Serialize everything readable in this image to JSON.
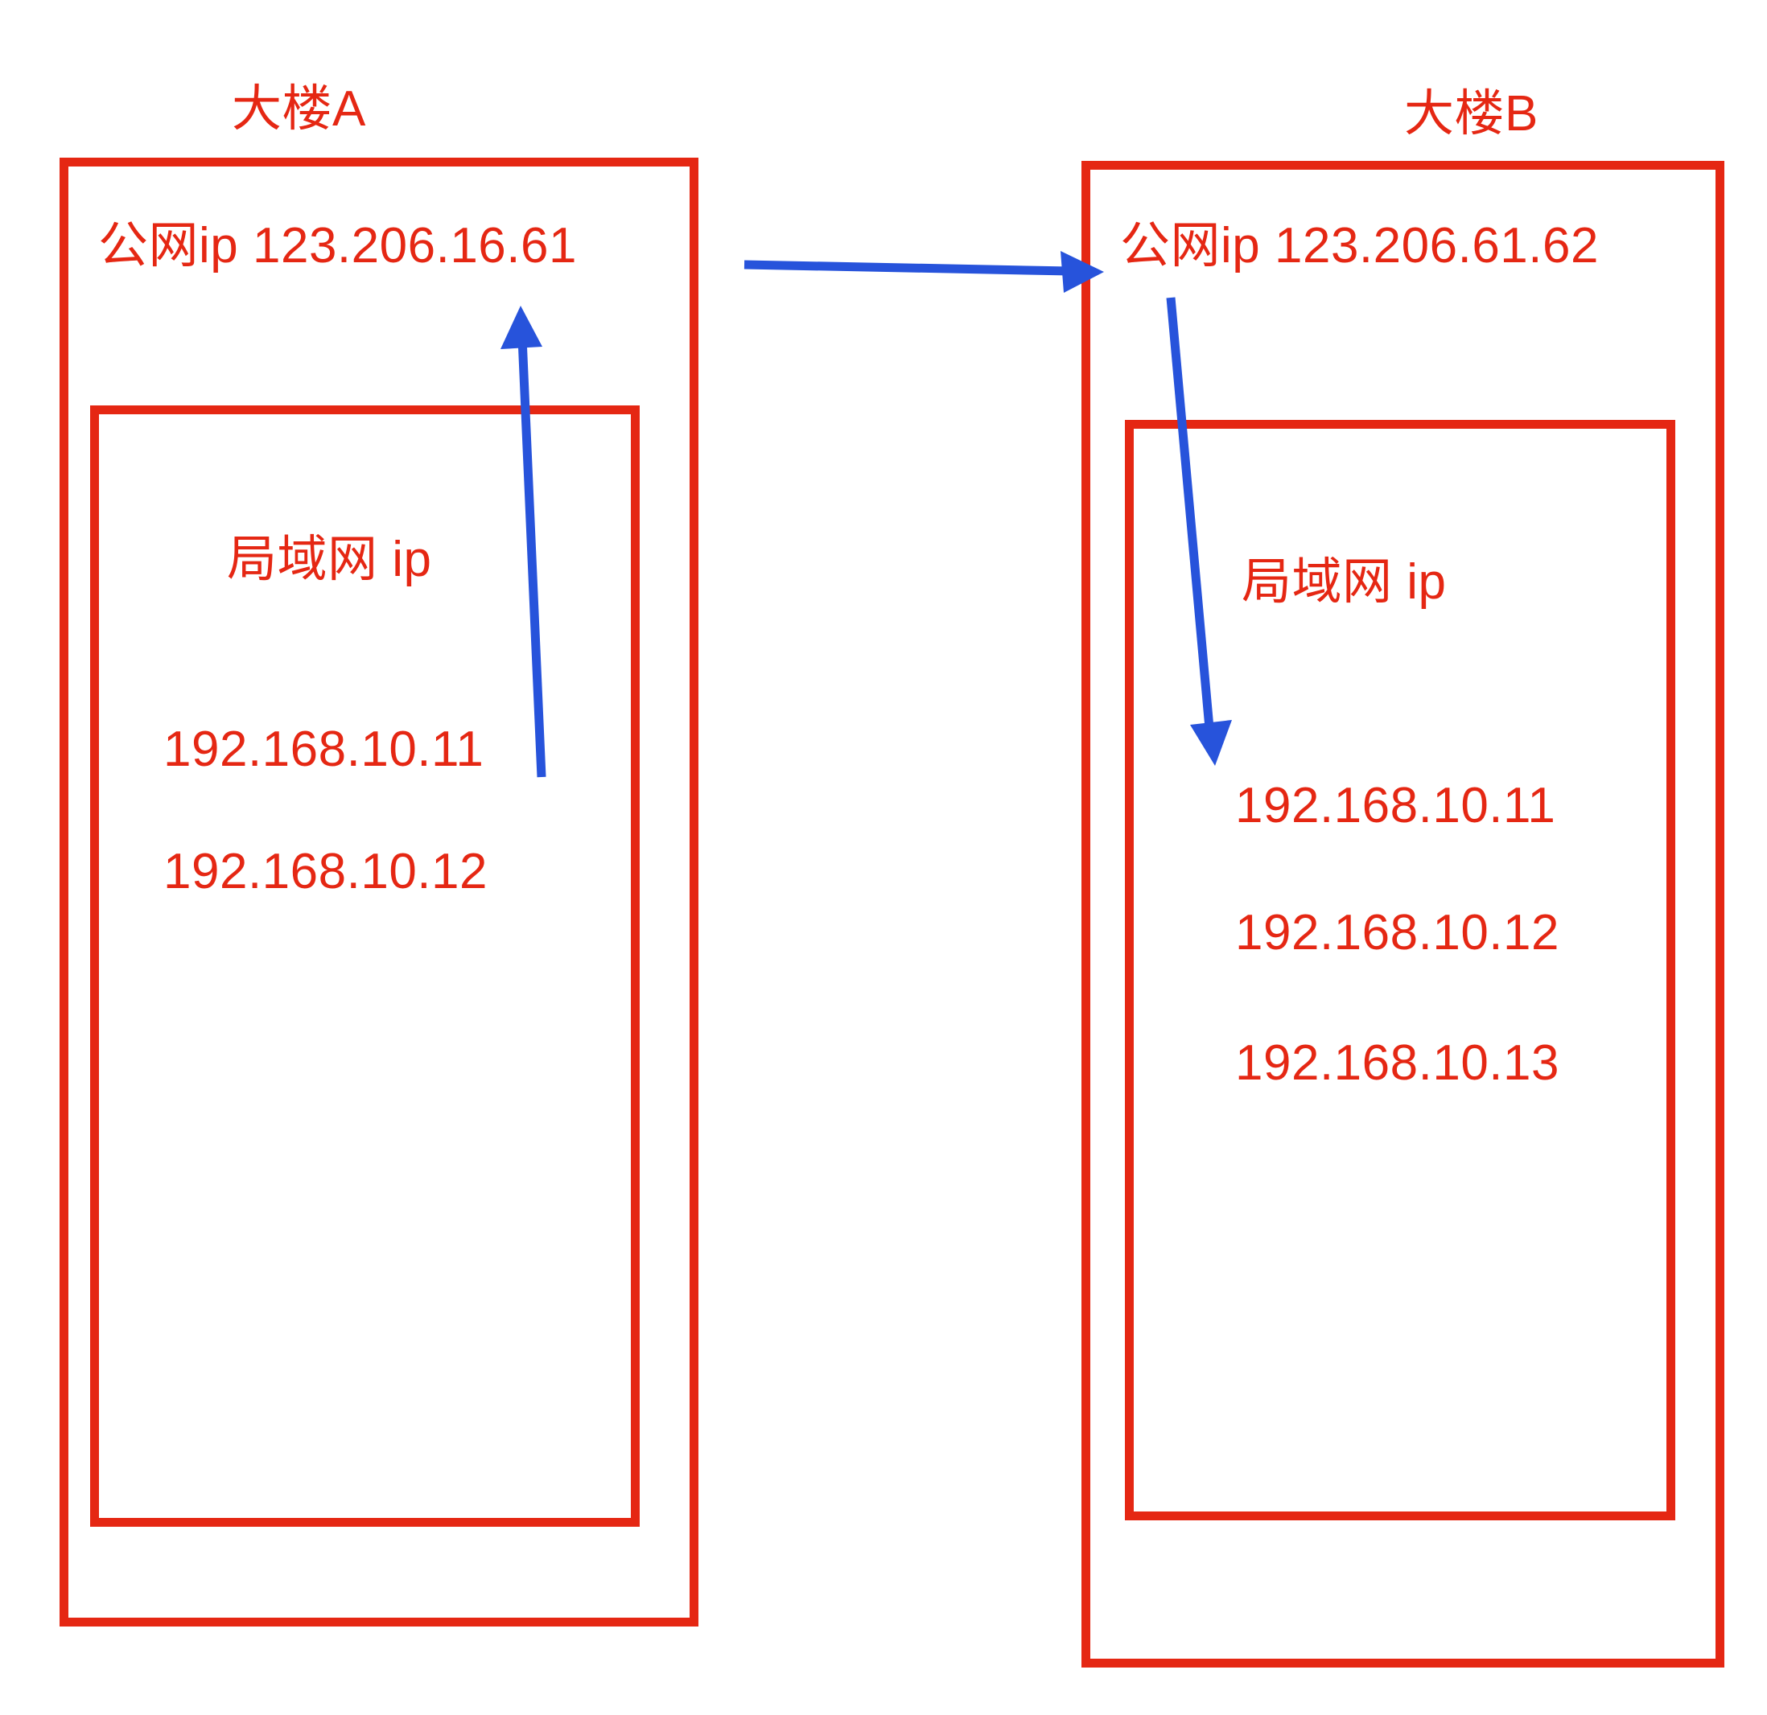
{
  "diagram": {
    "title_a": "大楼A",
    "title_b": "大楼B",
    "colors": {
      "box_red": "#E52713",
      "arrow_blue": "#2753DB",
      "background": "#FFFFFF"
    }
  },
  "building_a": {
    "title": "大楼A",
    "wan_label": "公网ip",
    "wan_ip": "123.206.16.61",
    "wan_full": "公网ip  123.206.16.61",
    "lan_label": "局域网 ip",
    "lan_ips": [
      "192.168.10.11",
      "192.168.10.12"
    ]
  },
  "building_b": {
    "title": "大楼B",
    "wan_label": "公网ip",
    "wan_ip": "123.206.61.62",
    "wan_full": "公网ip  123.206.61.62",
    "lan_label": "局域网 ip",
    "lan_ips": [
      "192.168.10.11",
      "192.168.10.12",
      "192.168.10.13"
    ]
  },
  "connections": [
    {
      "name": "a-wan-to-b-wan",
      "from": "大楼A 公网ip 123.206.16.61",
      "to": "大楼B 公网ip 123.206.61.62",
      "direction": "right"
    },
    {
      "name": "a-lan-to-a-wan",
      "from": "大楼A 局域网 192.168.10.11",
      "to": "大楼A 公网ip 123.206.16.61",
      "direction": "up"
    },
    {
      "name": "b-wan-to-b-lan",
      "from": "大楼B 公网ip 123.206.61.62",
      "to": "大楼B 局域网 192.168.10.11",
      "direction": "down"
    }
  ]
}
